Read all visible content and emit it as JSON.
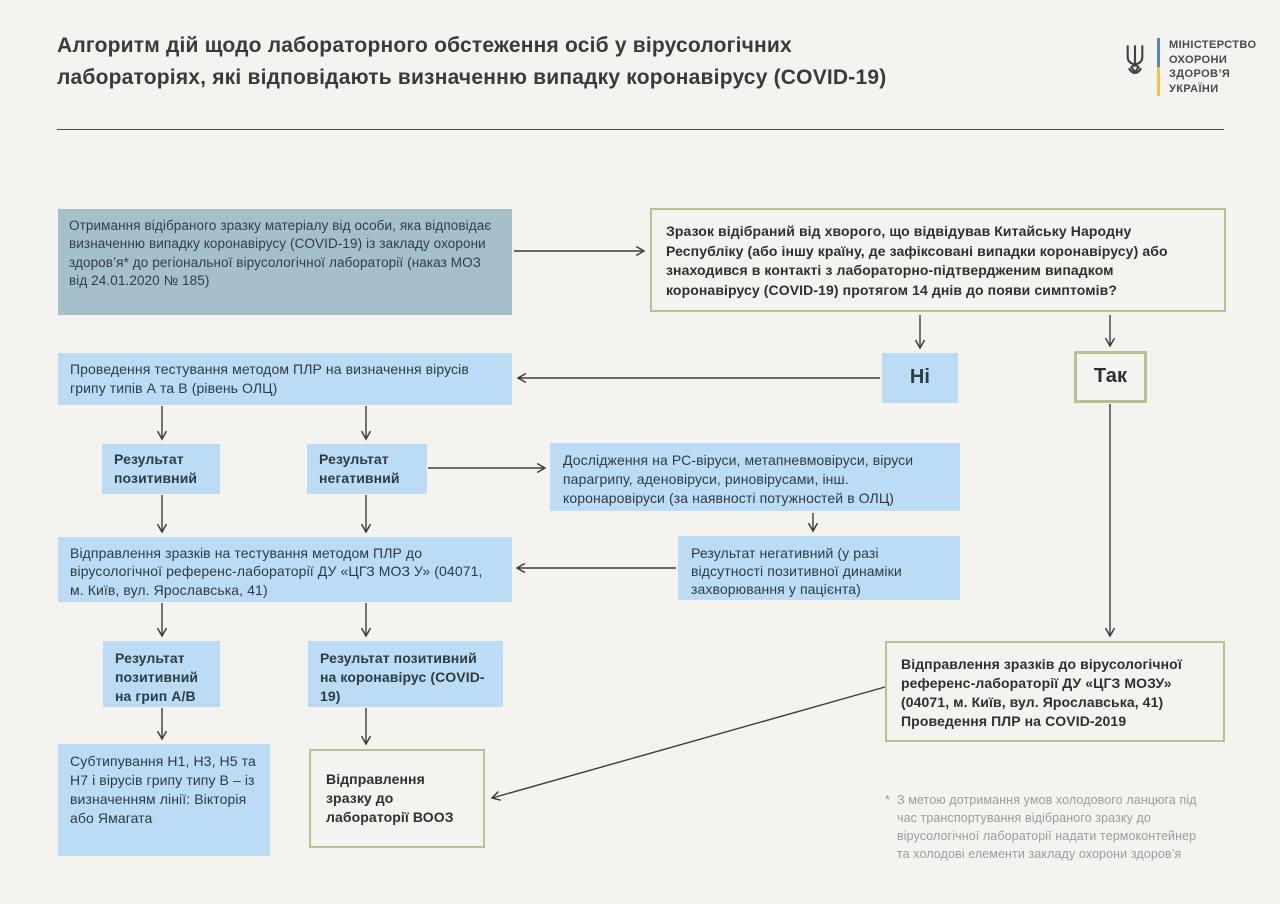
{
  "title": {
    "line1": "Алгоритм дій щодо лабораторного обстеження осіб у вірусологічних",
    "line2": "лабораторіях, які відповідають визначенню випадку коронавірусу (COVID-19)"
  },
  "logo": {
    "ministry_lines": [
      "МІНІСТЕРСТВО",
      "ОХОРОНИ",
      "ЗДОРОВ’Я",
      "УКРАЇНИ"
    ]
  },
  "nodes": {
    "receive": "Отримання відібраного зразку матеріалу від особи, яка відповідає визначенню випадку коронавірусу (COVID-19) із закладу охорони здоров’я* до регіональної вірусологічної лабораторії (наказ МОЗ від 24.01.2020 № 185)",
    "question": "Зразок відібраний від хворого, що відвідував Китайську Народну Республіку (або іншу країну, де зафіксовані випадки коронавірусу) або знаходився в контакті з лабораторно-підтвердженим випадком коронавірусу (COVID-19) протягом 14 днів до появи симптомів?",
    "no_label": "Ні",
    "yes_label": "Так",
    "pcr_flu": "Проведення тестування методом ПЛР на визначення вірусів грипу типів А та В (рівень ОЛЦ)",
    "result_positive": "Результат позитивний",
    "result_negative": "Результат негативний",
    "rs_viruses": "Дослідження на РС-віруси, метапневмовіруси, віруси парагрипу, аденовіруси, риновірусами, інш. коронаровіруси (за наявності потужностей в ОЛЦ)",
    "send_reference": "Відправлення зразків на тестування методом ПЛР до вірусологічної референс-лабораторії ДУ «ЦГЗ МОЗ У» (04071, м. Київ, вул. Ярославська, 41)",
    "result_negative_dynamics": "Результат негативний (у разі відсутності позитивної динаміки захворювання у пацієнта)",
    "result_positive_flu": "Результат позитивний на грип А/В",
    "result_positive_covid": "Результат позитивний на коронавірус (COVID-19)",
    "send_reference_covid": "Відправлення зразків до вірусологічної референс-лабораторії ДУ «ЦГЗ МОЗУ» (04071, м. Київ, вул. Ярославська, 41) Проведення ПЛР на COVID-2019",
    "subtyping": "Субтипування Н1, Н3, Н5 та Н7 і вірусів грипу типу В – із визначенням лінії: Вікторія або Ямагата",
    "send_who": "Відправлення зразку до лабораторії ВООЗ"
  },
  "footnote": {
    "mark": "*",
    "text": "З метою дотримання умов холодового ланцюга під час транспортування відібраного зразку до вірусологічної лабораторії надати термоконтейнер та холодові елементи закладу охорони здоров’я"
  },
  "colors": {
    "page_background": "#f4f3f0",
    "box_blue": "#bcdcf6",
    "box_slate": "#a6c0ca",
    "olive_border": "#bcbf93",
    "arrow": "#3c3c3c",
    "logo_blue": "#5b84b9",
    "logo_yellow": "#edc63f",
    "footnote_gray": "#9c9c9c"
  }
}
